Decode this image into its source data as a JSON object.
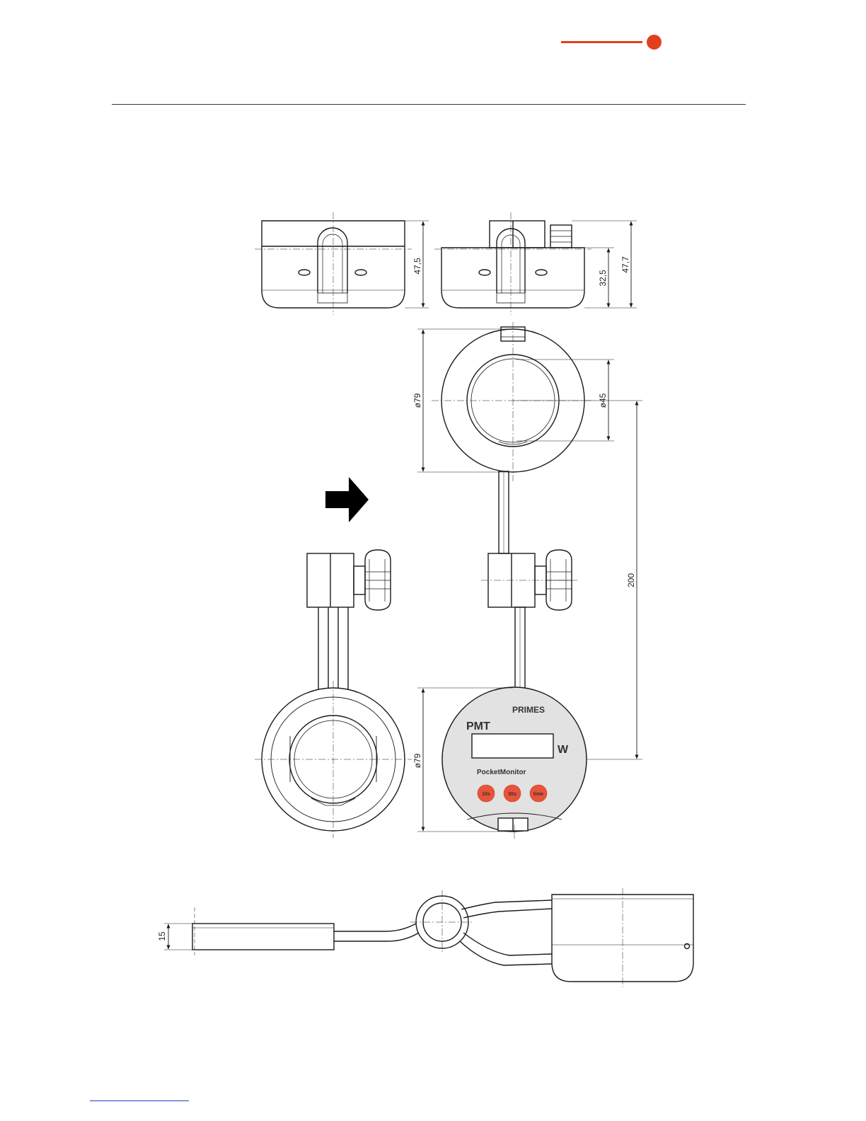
{
  "colors": {
    "accent": "#e2401c",
    "line": "#1a1a1a",
    "device_face": "#e2e2e2",
    "device_buttons": "#e8533a",
    "link": "#1f3fbf"
  },
  "header": {
    "brand_mark": "accent-line-and-dot"
  },
  "dimensions": {
    "front_height": "47,5",
    "side_height_total": "47,7",
    "side_height_body": "32,5",
    "ring_outer_diameter": "ø79",
    "ring_inner_diameter": "ø45",
    "rod_length": "200",
    "device_diameter": "ø79",
    "device_thickness": "15"
  },
  "device": {
    "brand": "PRIMES",
    "model": "PMT",
    "unit": "W",
    "name": "PocketMonitor",
    "buttons": [
      "10s",
      "30s",
      "time"
    ]
  },
  "icons": {
    "arrow": "arrow-right-icon"
  }
}
